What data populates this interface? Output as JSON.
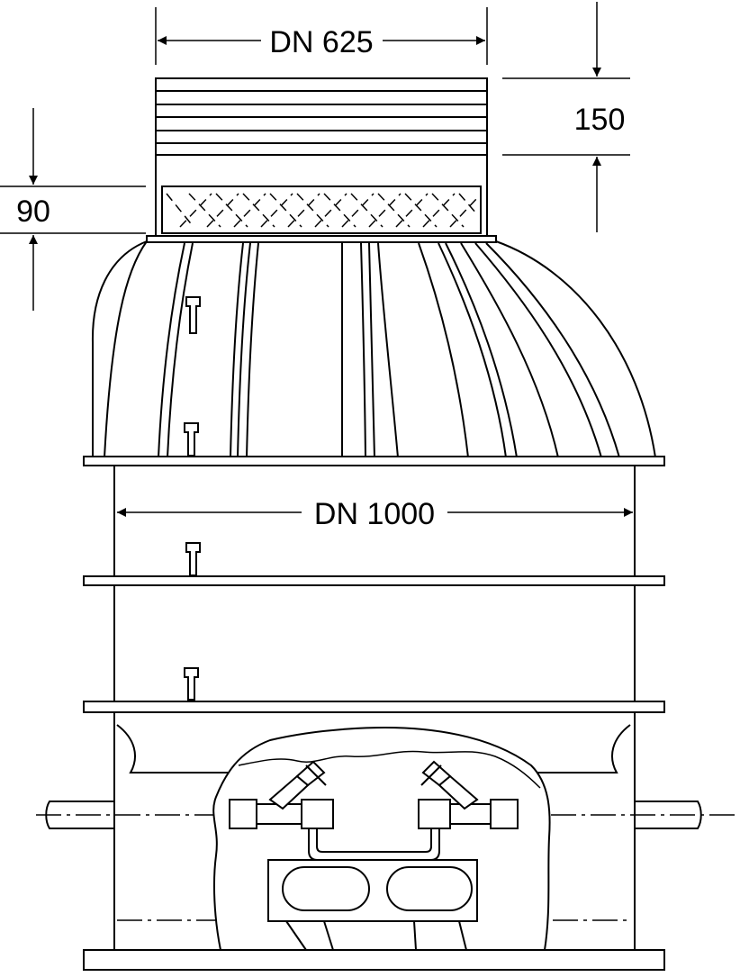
{
  "dimensions": {
    "top_width": "DN 625",
    "collar_height": "150",
    "ring_height": "90",
    "shaft_width": "DN 1000"
  },
  "colors": {
    "line": "#000000",
    "background": "#ffffff"
  }
}
